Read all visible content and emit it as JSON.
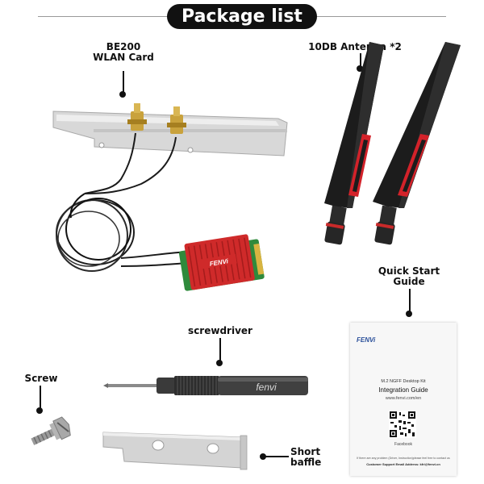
{
  "title": "Package list",
  "labels": {
    "card": "BE200\nWLAN Card",
    "antenna": "10DB Antenna *2",
    "guide": "Quick Start\nGuide",
    "screwdriver": "screwdriver",
    "screw": "Screw",
    "baffle": "Short\nbaffle"
  },
  "card_brand": "FENVi",
  "screwdriver_brand": "fenvi",
  "guide_doc": {
    "brand": "FENVi",
    "kit": "M.2 NGFF Desktop Kit",
    "heading": "Integration Guide",
    "url": "www.fenvi.com/en",
    "qr_caption": "Facebook",
    "fine_print": "If there are any problem (Driver, Instruction)please feel free to contact us",
    "support": "Customer Support Email Address: kfri@fenvi.cn"
  },
  "colors": {
    "accent_red": "#d3222a",
    "antenna_black": "#1c1c1c",
    "heatsink_red": "#cf2a2a",
    "pcb_green": "#2f8a3c"
  }
}
